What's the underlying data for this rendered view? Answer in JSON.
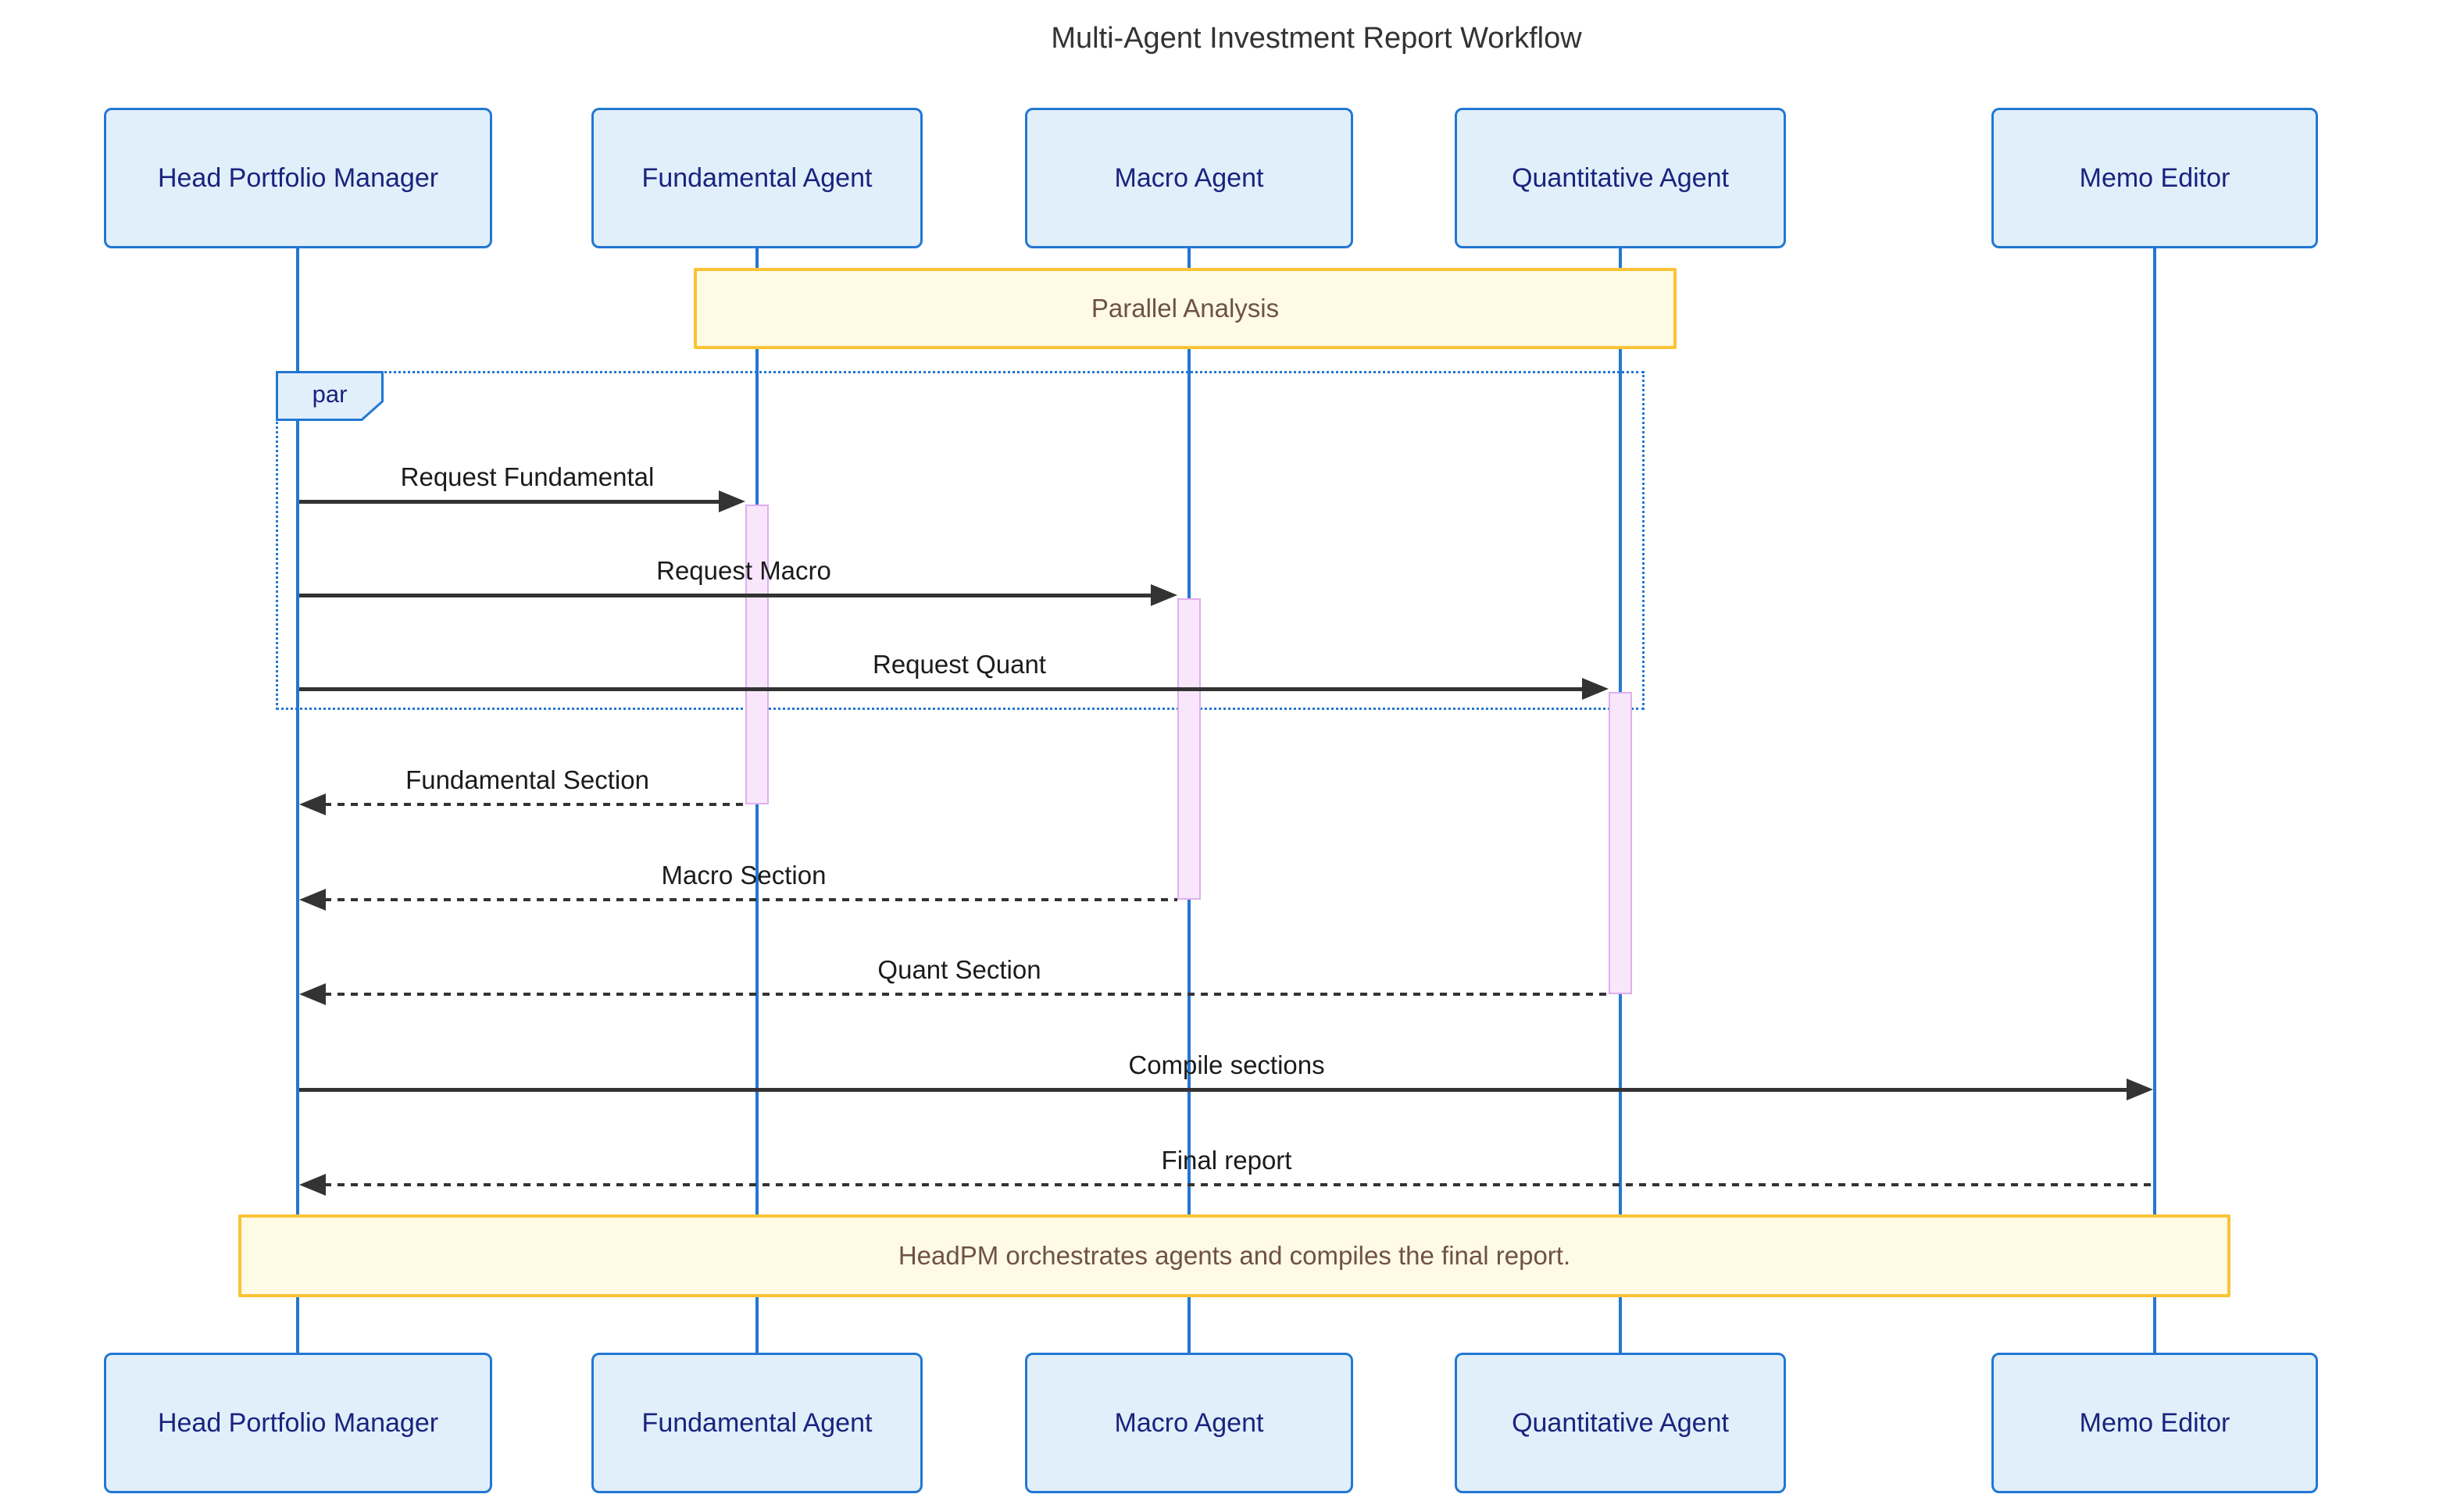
{
  "title": "Multi-Agent Investment Report Workflow",
  "actors": [
    {
      "name": "Head Portfolio Manager"
    },
    {
      "name": "Fundamental Agent"
    },
    {
      "name": "Macro Agent"
    },
    {
      "name": "Quantitative Agent"
    },
    {
      "name": "Memo Editor"
    }
  ],
  "fragment": {
    "label": "par"
  },
  "notes": [
    {
      "text": "Parallel Analysis"
    },
    {
      "text": "HeadPM orchestrates agents and compiles the final report."
    }
  ],
  "messages": [
    {
      "text": "Request Fundamental",
      "type": "solid",
      "from": "Head Portfolio Manager",
      "to": "Fundamental Agent"
    },
    {
      "text": "Request Macro",
      "type": "solid",
      "from": "Head Portfolio Manager",
      "to": "Macro Agent"
    },
    {
      "text": "Request Quant",
      "type": "solid",
      "from": "Head Portfolio Manager",
      "to": "Quantitative Agent"
    },
    {
      "text": "Fundamental Section",
      "type": "dashed",
      "from": "Fundamental Agent",
      "to": "Head Portfolio Manager"
    },
    {
      "text": "Macro Section",
      "type": "dashed",
      "from": "Macro Agent",
      "to": "Head Portfolio Manager"
    },
    {
      "text": "Quant Section",
      "type": "dashed",
      "from": "Quantitative Agent",
      "to": "Head Portfolio Manager"
    },
    {
      "text": "Compile sections",
      "type": "solid",
      "from": "Head Portfolio Manager",
      "to": "Memo Editor"
    },
    {
      "text": "Final report",
      "type": "dashed",
      "from": "Memo Editor",
      "to": "Head Portfolio Manager"
    }
  ],
  "colors": {
    "actor_fill": "#E1EFFB",
    "actor_text": "#1A237E",
    "lifeline": "#2277D3",
    "note_fill": "#FEFAE3",
    "note_border": "#FBC335",
    "note_text": "#6E5147",
    "activation_fill": "#F8E7FB",
    "activation_border": "#DFAEEF",
    "message_line": "#333333",
    "message_text": "#1B1B1B"
  }
}
